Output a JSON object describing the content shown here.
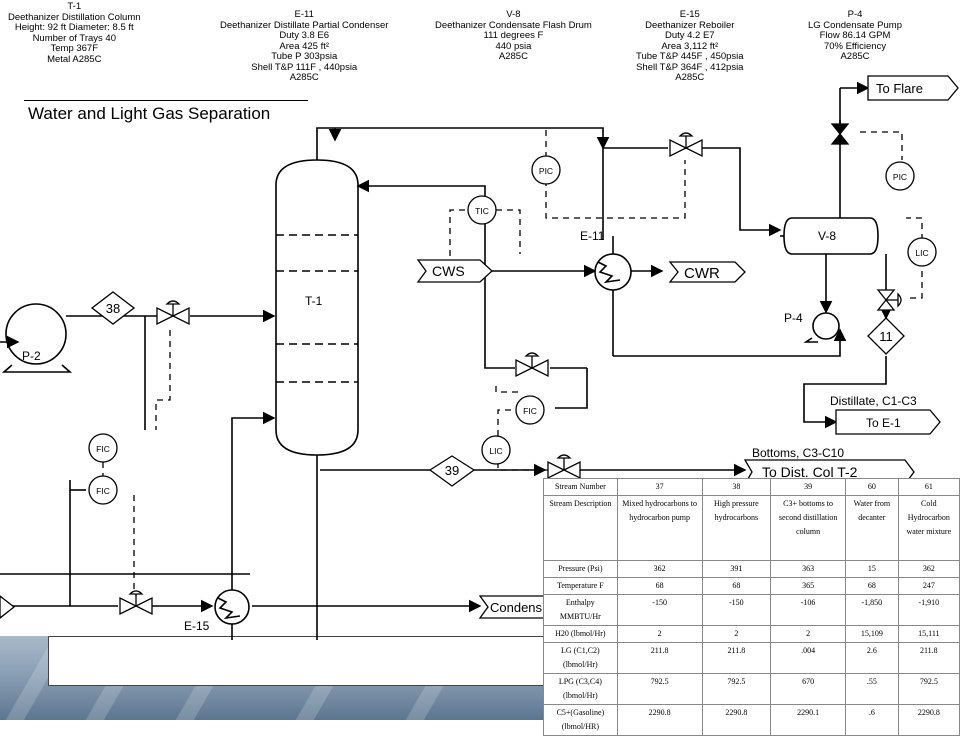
{
  "equipment_labels": [
    {
      "tag": "T-1",
      "lines": [
        "Deethanizer Distillation Column",
        "Height: 92 ft Diameter: 8.5 ft",
        "Number of Trays 40",
        "Temp 367F",
        "Metal A285C"
      ]
    },
    {
      "tag": "E-11",
      "lines": [
        "Deethanizer Distillate Partial Condenser",
        "Duty 3.8 E6",
        "Area 425 ft²",
        "Tube P 303psia",
        "Shell T&P 111F , 440psia",
        "A285C"
      ]
    },
    {
      "tag": "V-8",
      "lines": [
        "Deethanizer Condensate Flash Drum",
        "111 degrees F",
        "440 psia",
        "A285C"
      ]
    },
    {
      "tag": "E-15",
      "lines": [
        "Deethanizer Reboiler",
        "Duty 4.2 E7",
        "Area 3,112 ft²",
        "Tube T&P 445F , 450psia",
        "Shell T&P 364F , 412psia",
        "A285C"
      ]
    },
    {
      "tag": "P-4",
      "lines": [
        "LG Condensate Pump",
        "Flow 86.14 GPM",
        "70% Efficiency",
        "A285C"
      ]
    }
  ],
  "section_title": "Water and Light Gas Separation",
  "diagram": {
    "column": "T-1",
    "drum": "V-8",
    "pump_feed": "P-2",
    "pump_reflux": "P-4",
    "condenser": "E-11",
    "reboiler": "E-15",
    "instruments": [
      "TIC",
      "PIC",
      "PIC",
      "LIC",
      "FIC",
      "LIC",
      "FIC",
      "FIC"
    ],
    "stream_numbers": [
      "38",
      "39",
      "11"
    ],
    "arrows": {
      "cws": "CWS",
      "cwr": "CWR",
      "flare": "To Flare",
      "distillate_label": "Distillate, C1-C3",
      "to_e1": "To E-1",
      "bottoms_label": "Bottoms, C3-C10",
      "to_dist": "To Dist. Col T-2",
      "condensate": "Condens"
    }
  },
  "stream_table": {
    "header_label": "Stream Number",
    "desc_label": "Stream Description",
    "streams": [
      "37",
      "38",
      "39",
      "60",
      "61"
    ],
    "descriptions": [
      "Mixed hydrocarbons to hydrocarbon pump",
      "High pressure hydrocarbons",
      "C3+ bottoms to second distillation column",
      "Water from decanter",
      "Cold Hydrocarbon water mixture"
    ],
    "rows": [
      {
        "label": "Pressure (Psi)",
        "values": [
          "362",
          "391",
          "363",
          "15",
          "362"
        ]
      },
      {
        "label": "Temperature F",
        "values": [
          "68",
          "68",
          "365",
          "68",
          "247"
        ]
      },
      {
        "label": "Enthalpy MMBTU/Hr",
        "values": [
          "-150",
          "-150",
          "-106",
          "-1,850",
          "-1,910"
        ]
      },
      {
        "label": "H20 (lbmol/Hr)",
        "values": [
          "2",
          "2",
          "2",
          "15,109",
          "15,111"
        ]
      },
      {
        "label": "LG (C1,C2) (lbmol/Hr)",
        "values": [
          "211.8",
          "211.8",
          ".004",
          "2.6",
          "211.8"
        ]
      },
      {
        "label": "LPG (C3,C4) (lbmol/Hr)",
        "values": [
          "792.5",
          "792.5",
          "670",
          ".55",
          "792.5"
        ]
      },
      {
        "label": "C5+(Gasoline) (lbmol/HR)",
        "values": [
          "2290.8",
          "2290.8",
          "2290.1",
          ".6",
          "2290.8"
        ]
      }
    ]
  }
}
